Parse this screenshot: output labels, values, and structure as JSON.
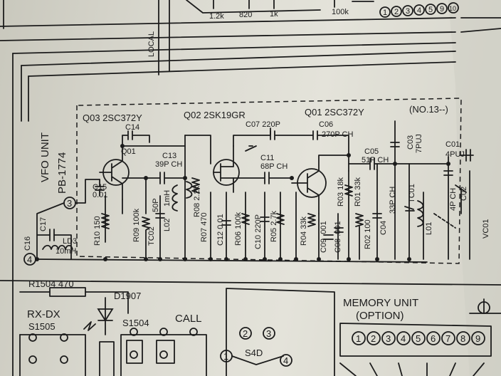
{
  "top_labels": {
    "r1": "1.2k",
    "r2": "820",
    "r3": "1k",
    "r4": "100k",
    "local": "LOCAL"
  },
  "top_connector_pins": [
    "1",
    "2",
    "3",
    "4",
    "5",
    "9",
    "10"
  ],
  "section_number": "(NO.13--)",
  "transistors": {
    "q03": "Q03 2SC372Y",
    "q02": "Q02 2SK19GR",
    "q01": "Q01 2SC372Y"
  },
  "vfo_unit": {
    "title": "VFO UNIT",
    "part": "PB-1774"
  },
  "terminals": {
    "t3": "3",
    "t4": "4"
  },
  "components": {
    "c16": "C16",
    "c17": "C17",
    "ld3": "LD3",
    "ld3_val": "10mH",
    "c14": "C14",
    "q01_label": "Q01",
    "c15": "C15",
    "c15_val": "0.01",
    "r10": "R10 150",
    "c13": "C13",
    "c13_val": "39P CH",
    "r09": "R09 100k",
    "tc02": "TC02",
    "tc02_val": "50P",
    "l02": "L02",
    "l02_val": "1mH",
    "r08": "R08 2.2k",
    "r07": "R07 470",
    "c12": "C12 0.01",
    "r06": "R06 100k",
    "c07": "C07 220P",
    "c06": "C06",
    "c06_val": "270P CH",
    "c11": "C11",
    "c11_val": "68P CH",
    "c10": "C10 220P",
    "r05": "R05 2.7k",
    "r04": "R04 33k",
    "c09": "C09 .001",
    "c08": "C08 .001",
    "r03": "R03 18k",
    "r02": "R02 100",
    "r01": "R01 33k",
    "c05": "C05",
    "c05_val": "51P CH",
    "c03": "C03",
    "c03_val": "7PUJ",
    "c04": "C04",
    "c04_val": "33P CH",
    "tc01": "TC01",
    "l01": "L01",
    "c01": "C01",
    "c01_val": "4PUJ",
    "c02": "C02",
    "c02_val": "4P CH",
    "vc01": "VC01"
  },
  "bottom": {
    "r1504": "R1504 470",
    "d1907": "D1907",
    "rx_dx": "RX-DX",
    "s1505": "S1505",
    "s1504": "S1504",
    "call": "CALL",
    "s4d": "S4D",
    "sw_pins": [
      "1",
      "2",
      "3",
      "4"
    ],
    "memory_unit": "MEMORY UNIT",
    "option": "(OPTION)",
    "memory_pins": [
      "1",
      "2",
      "3",
      "4",
      "5",
      "6",
      "7",
      "8",
      "9"
    ]
  }
}
